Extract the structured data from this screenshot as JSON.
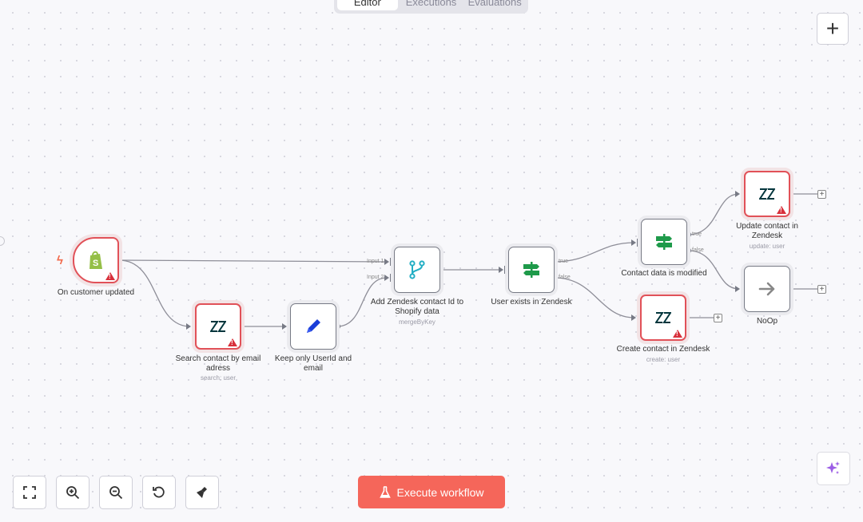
{
  "tabs": [
    {
      "label": "Editor",
      "active": true
    },
    {
      "label": "Executions",
      "active": false
    },
    {
      "label": "Evaluations",
      "active": false
    }
  ],
  "nodes": {
    "shopify": {
      "label": "On customer updated",
      "icon": "shopify-icon",
      "error": true
    },
    "search": {
      "label": "Search contact by email adress",
      "sub": "search: user",
      "icon": "zendesk-icon",
      "error": true
    },
    "keep": {
      "label": "Keep only UserId and email",
      "icon": "pencil-icon",
      "error": false
    },
    "merge": {
      "label": "Add Zendesk contact Id to Shopify data",
      "sub": "mergeByKey",
      "icon": "merge-icon",
      "error": false,
      "input1": "Input 1",
      "input2": "Input 2"
    },
    "exists": {
      "label": "User exists in Zendesk",
      "icon": "signpost-icon",
      "error": false,
      "out_true": "true",
      "out_false": "false"
    },
    "modified": {
      "label": "Contact data is modified",
      "icon": "signpost-icon",
      "error": false,
      "out_true": "true",
      "out_false": "false"
    },
    "create": {
      "label": "Create contact in Zendesk",
      "sub": "create: user",
      "icon": "zendesk-icon",
      "error": true
    },
    "update": {
      "label": "Update contact in Zendesk",
      "sub": "update: user",
      "icon": "zendesk-icon",
      "error": true
    },
    "noop": {
      "label": "NoOp",
      "icon": "arrow-right-icon",
      "error": false
    }
  },
  "toolbar": {
    "execute_label": "Execute workflow",
    "fit_icon": "fullscreen-icon",
    "zoom_in_icon": "zoom-in-icon",
    "zoom_out_icon": "zoom-out-icon",
    "reset_icon": "reset-icon",
    "tidy_icon": "broom-icon"
  },
  "colors": {
    "execute": "#f5665a",
    "error": "#e15158",
    "shopify": "#95bf47",
    "zendesk": "#03363d",
    "pencil": "#1a3ed8",
    "merge": "#22aec4",
    "signpost": "#1e9a4a",
    "sparkle": "#9b5de5"
  }
}
